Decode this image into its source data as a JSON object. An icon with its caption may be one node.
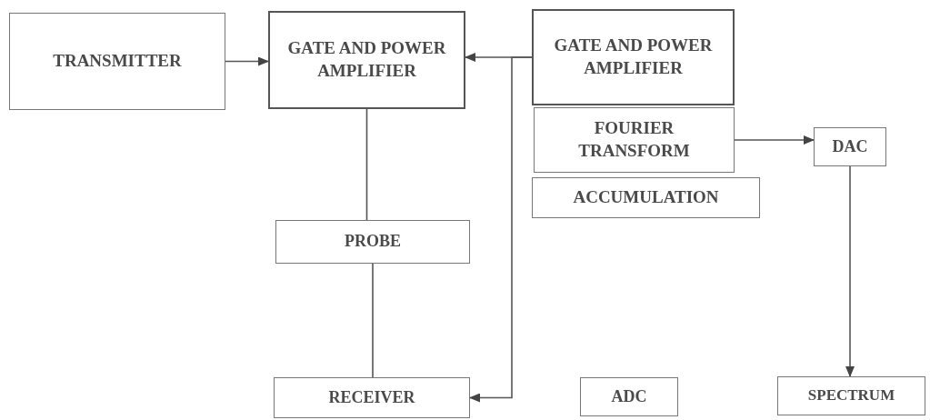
{
  "diagram": {
    "nodes": [
      {
        "text": [
          "TRANSMITTER"
        ]
      },
      {
        "text": [
          "GATE AND POWER AMPLIFIER"
        ]
      },
      {
        "text": [
          "PROBE"
        ]
      },
      {
        "text": [
          "RECEIVER"
        ]
      },
      {
        "text": [
          "GATE AND POWER AMPLIFIER"
        ]
      },
      {
        "text": [
          "FOURIER TRANSFORM"
        ]
      },
      {
        "text": [
          "ACCUMULATION"
        ]
      },
      {
        "text": [
          "DAC"
        ]
      },
      {
        "text": [
          "ADC"
        ]
      },
      {
        "text": [
          "SPECTRUM"
        ]
      }
    ],
    "edges": [
      {
        "from": 0,
        "to": 1,
        "arrow": "to"
      },
      {
        "from": 4,
        "to": 1,
        "arrow": "to"
      },
      {
        "from": 1,
        "to": 2,
        "arrow": "none"
      },
      {
        "from": 2,
        "to": 3,
        "arrow": "none"
      },
      {
        "from": 4,
        "to": 3,
        "arrow": "to"
      },
      {
        "from": 5,
        "to": 7,
        "arrow": "to"
      },
      {
        "from": 7,
        "to": 9,
        "arrow": "to"
      }
    ]
  }
}
